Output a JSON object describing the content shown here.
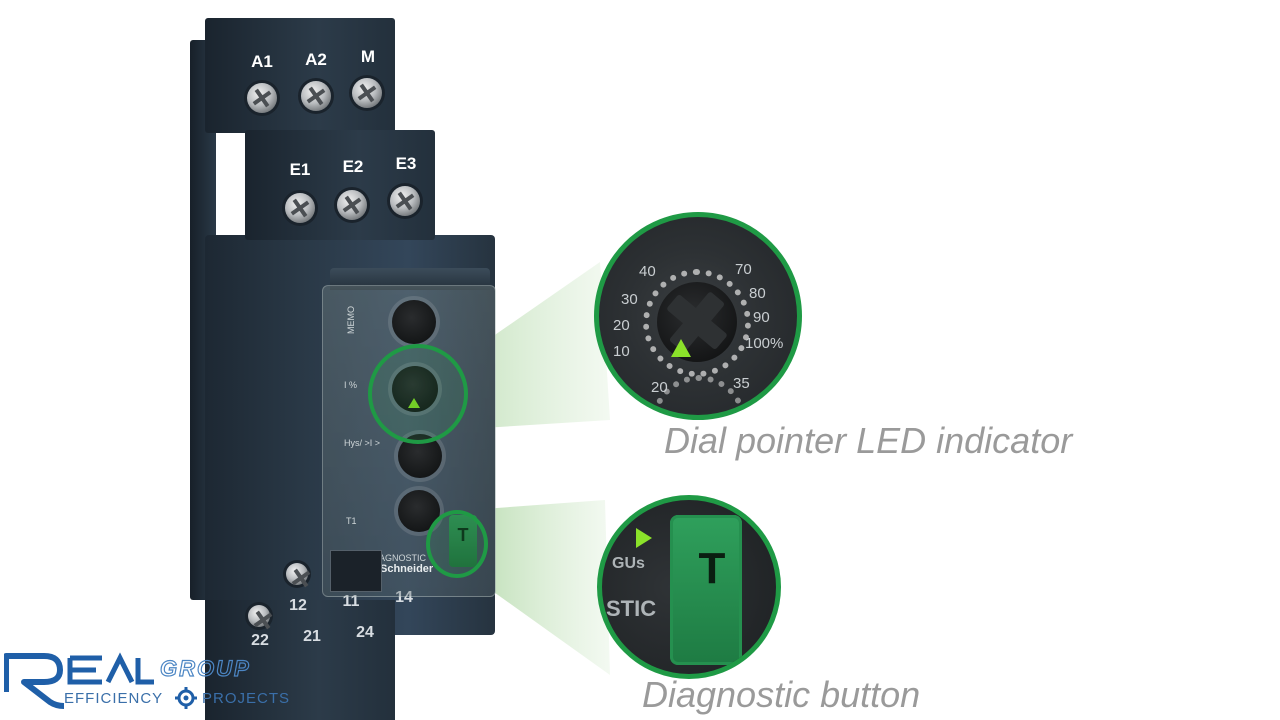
{
  "device": {
    "top_terminals": [
      "A1",
      "A2",
      "M"
    ],
    "mid_terminals": [
      "E1",
      "E2",
      "E3"
    ],
    "bottom_terminals": [
      "12",
      "11",
      "14"
    ],
    "base_terminals": [
      "22",
      "21",
      "24"
    ],
    "front_brand": "Schneider",
    "front_label_diag": "DIAGNOSTIC",
    "front_label_pct": "I %",
    "front_label_hys": "Hys/ >I >",
    "front_label_t": "T1",
    "front_label_memo": "MEMO",
    "diag_button_letter": "T"
  },
  "zoom_dial": {
    "scale": [
      "40",
      "30",
      "20",
      "10",
      "70",
      "80",
      "90",
      "100%"
    ],
    "lower_scale": [
      "20",
      "35"
    ]
  },
  "zoom_diag": {
    "button_letter": "T",
    "side_text_top": "GUs",
    "side_text_bottom": "STIC"
  },
  "captions": {
    "dial": "Dial pointer LED indicator",
    "diag": "Diagnostic button"
  },
  "logo": {
    "wordmark": "REALGROUP",
    "tagline_left": "EFFICIENCY",
    "tagline_right": "PROJECTS"
  },
  "colors": {
    "accent_green": "#1f9a45",
    "led_green": "#8be22a",
    "caption_gray": "#9a9a9a",
    "logo_blue": "#1f5fa8",
    "device_dark": "#26333f"
  }
}
